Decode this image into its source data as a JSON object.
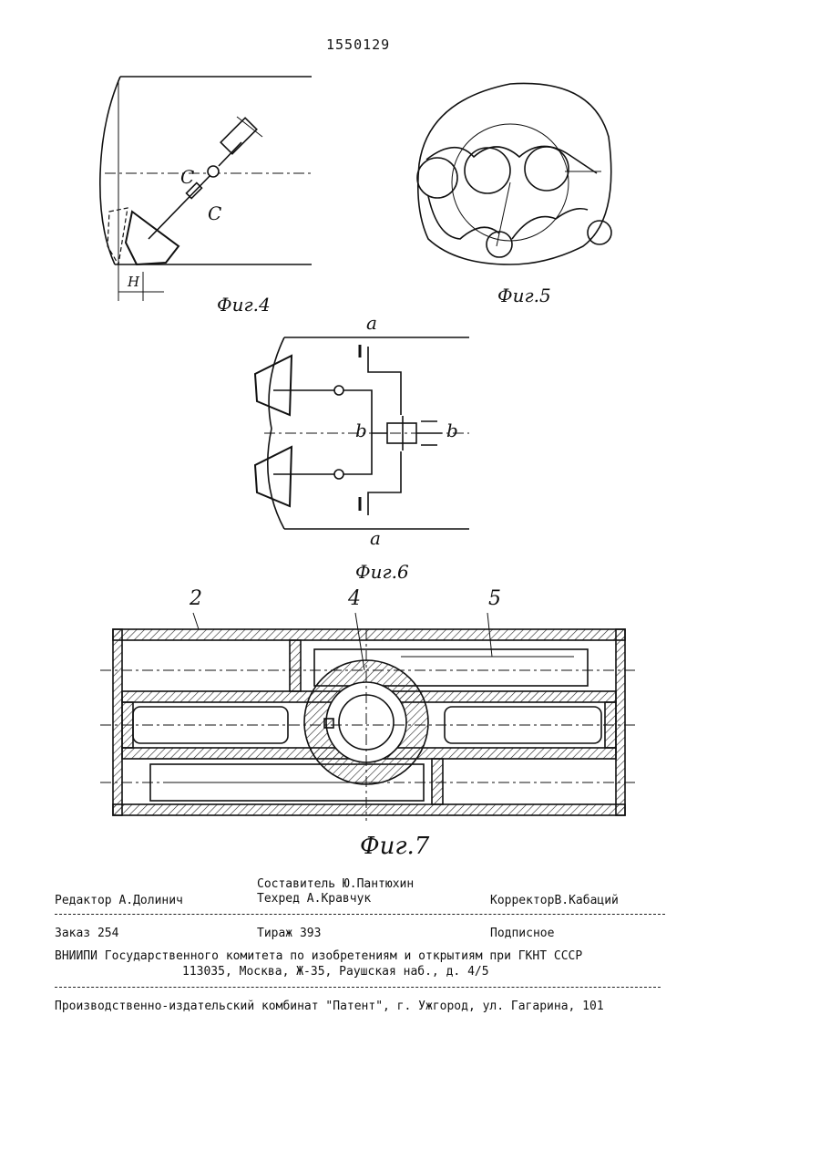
{
  "patent_number": "1550129",
  "fig4": {
    "caption": "Фиг.4",
    "label_c1": "C",
    "label_c2": "C",
    "label_h": "H"
  },
  "fig5": {
    "caption": "Фиг.5"
  },
  "fig6": {
    "caption": "Фиг.6",
    "label_a_top": "a",
    "label_a_bottom": "a",
    "label_b_left": "b",
    "label_b_right": "b"
  },
  "fig7": {
    "caption": "Фиг.7",
    "label_2": "2",
    "label_4": "4",
    "label_5": "5"
  },
  "imprint": {
    "compiler": "Составитель Ю.Пантюхин",
    "editor": "Редактор А.Долинич",
    "techred": "Техред А.Кравчук",
    "corrector": "КорректорВ.Кабаций",
    "order": "Заказ 254",
    "circulation": "Тираж 393",
    "subscription": "Подписное",
    "org_line": "ВНИИПИ Государственного комитета по изобретениям и открытиям при ГКНТ СССР",
    "address": "113035, Москва, Ж-35, Раушская наб., д. 4/5",
    "publisher": "Производственно-издательский комбинат \"Патент\", г. Ужгород, ул. Гагарина, 101"
  }
}
